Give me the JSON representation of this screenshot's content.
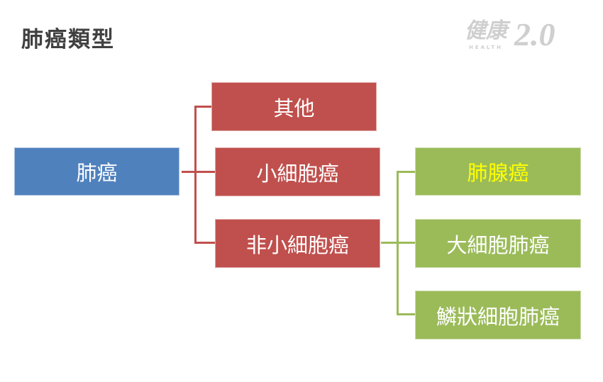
{
  "title": "肺癌類型",
  "logo": {
    "chinese": "健康",
    "number": "2.0",
    "english": "HEALTH"
  },
  "colors": {
    "root": "#4f81bd",
    "level1": "#c0504d",
    "level2": "#9bbb59",
    "highlight_text": "#ffff00"
  },
  "diagram": {
    "root": "肺癌",
    "level1": [
      "其他",
      "小細胞癌",
      "非小細胞癌"
    ],
    "level2": [
      "肺腺癌",
      "大細胞肺癌",
      "鱗狀細胞肺癌"
    ]
  }
}
